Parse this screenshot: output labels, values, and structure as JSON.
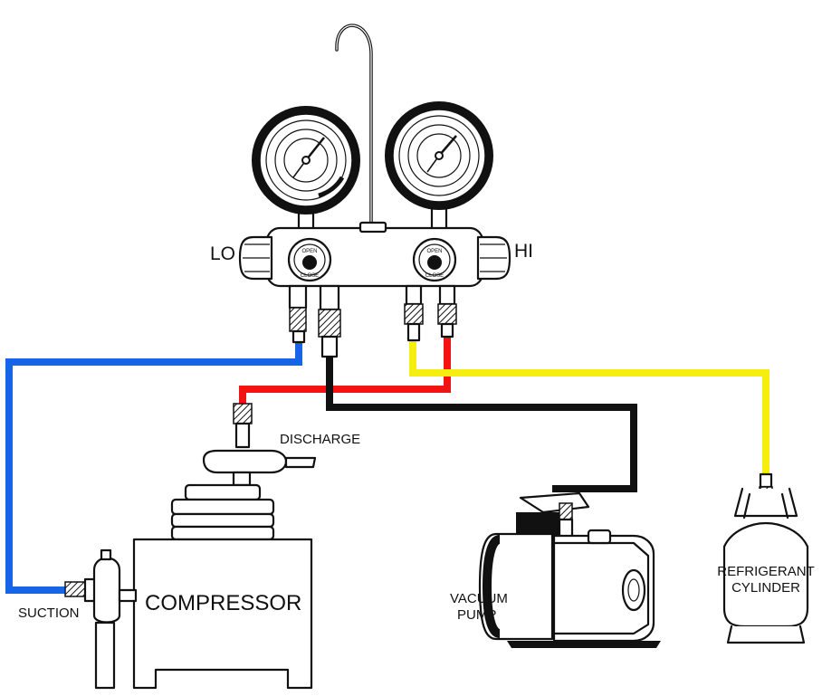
{
  "labels": {
    "lo": "LO",
    "hi": "HI",
    "open": "OPEN",
    "close": "CLOSE",
    "discharge": "DISCHARGE",
    "suction": "SUCTION",
    "compressor": "COMPRESSOR",
    "vacuum_pump_line1": "VACUUM",
    "vacuum_pump_line2": "PUMP",
    "refrigerant_line1": "REFRIGERANT",
    "refrigerant_line2": "CYLINDER"
  },
  "colors": {
    "low_side_hose": "#1565e6",
    "high_side_hose": "#f01414",
    "vacuum_hose": "#111111",
    "charging_hose": "#f5ee10",
    "outline": "#111111",
    "background": "#ffffff"
  },
  "icons": {
    "low_gauge": "pressure-gauge-icon",
    "high_gauge": "pressure-gauge-icon",
    "valve_knob": "valve-knob-icon"
  }
}
